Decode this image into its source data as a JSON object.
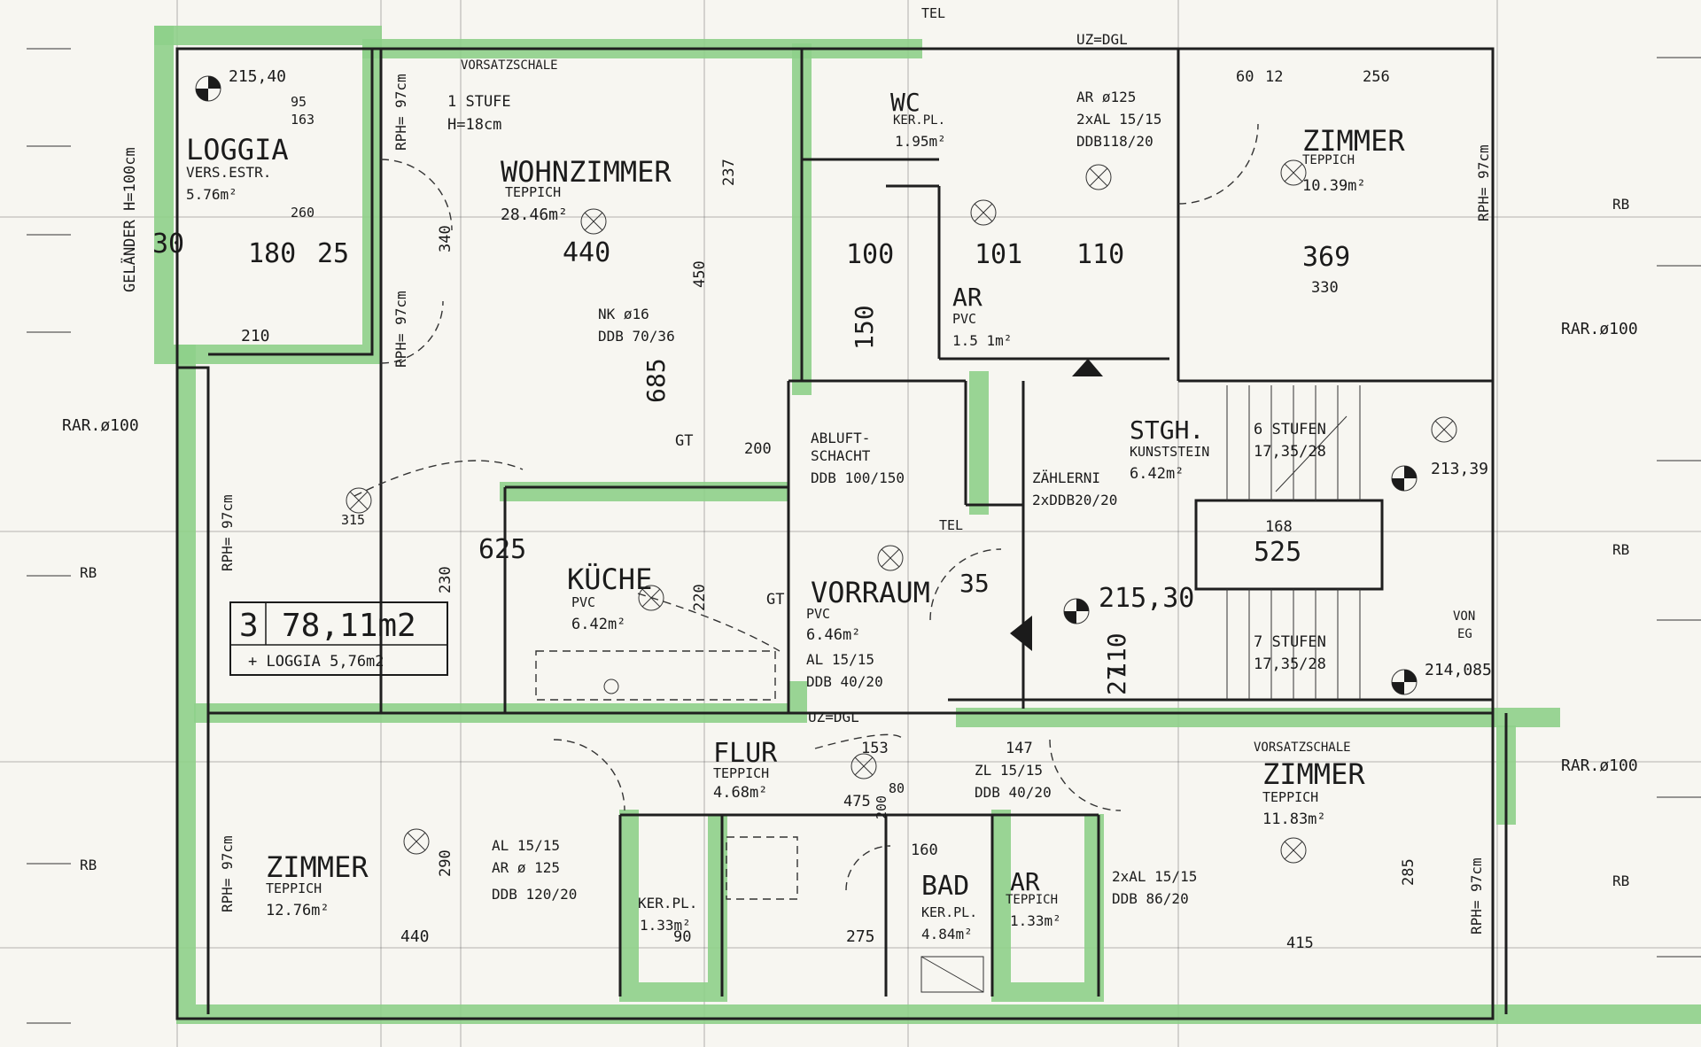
{
  "side_margin_labels": [
    "GELÄNDER H=100cm",
    "RAR.ø100",
    "RAR.ø100",
    "RAR.ø100"
  ],
  "rb": "RB",
  "rph": "RPH= 97cm",
  "vorsatzschale": "VORSATZSCHALE",
  "stufe": [
    "1 STUFE",
    "H=18cm"
  ],
  "unit": {
    "number": "3",
    "area": "78,11m2",
    "sub": "+ LOGGIA 5,76m2"
  },
  "rooms": {
    "loggia": {
      "name": "LOGGIA",
      "floor": "VERS.ESTR.",
      "area": "5.76m²"
    },
    "wohnzimmer": {
      "name": "WOHNZIMMER",
      "floor": "TEPPICH",
      "area": "28.46m²"
    },
    "wc": {
      "name": "WC",
      "floor": "KER.PL.",
      "area": "1.95m²"
    },
    "ar_top": {
      "name": "AR",
      "floor": "PVC",
      "area": "1.5 1m²"
    },
    "zimmer_tr": {
      "name": "ZIMMER",
      "floor": "TEPPICH",
      "area": "10.39m²"
    },
    "stgh": {
      "name": "STGH.",
      "floor": "KUNSTSTEIN",
      "area": "6.42m²"
    },
    "kuche": {
      "name": "KÜCHE",
      "floor": "PVC",
      "area": "6.42m²"
    },
    "vorraum": {
      "name": "VORRAUM",
      "floor": "PVC",
      "area": "6.46m²"
    },
    "flur": {
      "name": "FLUR",
      "floor": "TEPPICH",
      "area": "4.68m²"
    },
    "zimmer_bl": {
      "name": "ZIMMER",
      "floor": "TEPPICH",
      "area": "12.76m²"
    },
    "kerpl_small": {
      "name": "KER.PL.",
      "area": "1.33m²"
    },
    "bad": {
      "name": "BAD",
      "floor": "KER.PL.",
      "area": "4.84m²"
    },
    "ar_bottom": {
      "name": "AR",
      "floor": "TEPPICH",
      "area": "1.33m²"
    },
    "zimmer_br": {
      "name": "ZIMMER",
      "floor": "TEPPICH",
      "area": "11.83m²"
    }
  },
  "notes": {
    "abluft": [
      "ABLUFT-",
      "SCHACHT",
      "DDB 100/150"
    ],
    "nk": [
      "NK ø16",
      "DDB 70/36"
    ],
    "ar_top_right": [
      "AR ø125",
      "2xAL 15/15",
      "DDB118/20"
    ],
    "zaehler": [
      "ZÄHLERNI",
      "2xDDB20/20"
    ],
    "stufen_top": [
      "6 STUFEN",
      "17,35/28"
    ],
    "stufen_bottom": [
      "7 STUFEN",
      "17,35/28"
    ],
    "vorraum_notes": [
      "AL 15/15",
      "DDB 40/20"
    ],
    "uz_dgl": "UZ=DGL",
    "zl": [
      "ZL 15/15",
      "DDB 40/20"
    ],
    "flur_left": [
      "AL 15/15",
      "AR ø 125",
      "DDB 120/20"
    ],
    "bad_right": [
      "2xAL 15/15",
      "DDB 86/20"
    ],
    "von_eg": [
      "VON",
      "EG"
    ],
    "tel": "TEL",
    "gt": "GT"
  },
  "levels": [
    "215,40",
    "215,30",
    "213,39",
    "214,085"
  ],
  "dims": [
    "180",
    "25",
    "30",
    "210",
    "440",
    "340",
    "685",
    "625",
    "450",
    "237",
    "200",
    "220",
    "230",
    "369",
    "330",
    "525",
    "168",
    "475",
    "153",
    "415",
    "440",
    "285",
    "275",
    "160",
    "147",
    "110",
    "101",
    "100",
    "150",
    "256",
    "60",
    "12",
    "95",
    "163",
    "260",
    "315",
    "290",
    "35",
    "80",
    "200",
    "90",
    "110",
    "27"
  ]
}
